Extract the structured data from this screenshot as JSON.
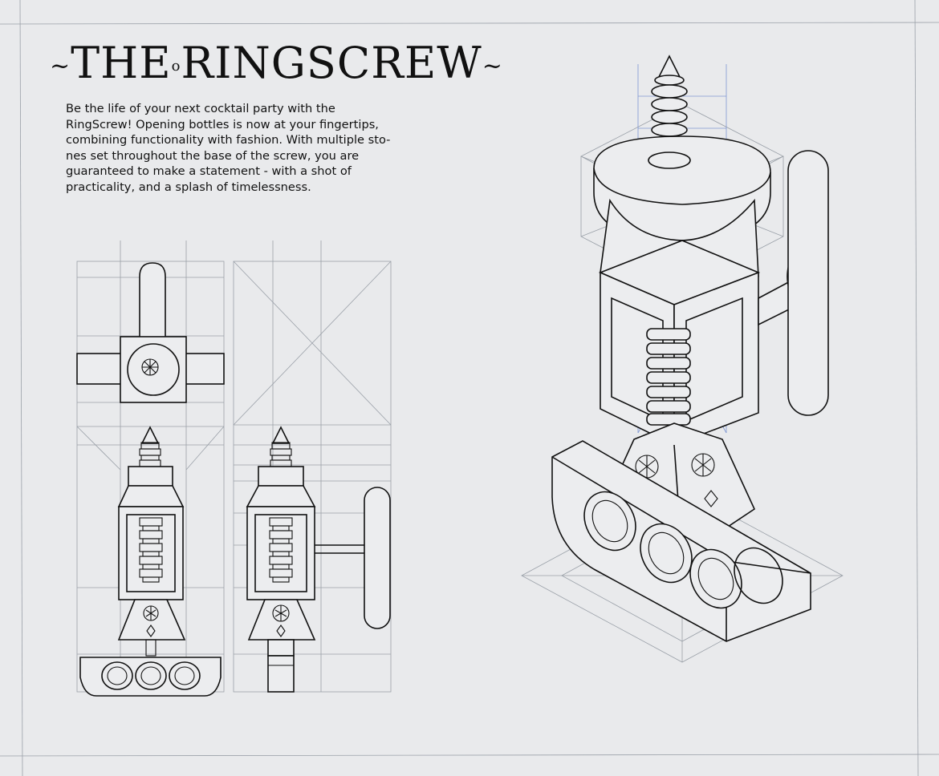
{
  "title": {
    "ornament_left": "~",
    "word_1": "THE",
    "separator": "o",
    "word_2": "RINGSCREW",
    "ornament_right": "~"
  },
  "description_lines": [
    "Be the life of your next cocktail party with the",
    "RingScrew! Opening bottles is now at your fingertips,",
    "combining functionality with fashion. With multiple sto-",
    "nes set throughout the base of the screw, you are",
    "guaranteed to make a statement - with a shot of",
    "practicality, and a splash of timelessness."
  ],
  "colors": {
    "paper": "#e9eaec",
    "ink": "#111111",
    "pencil": "#9aa0a8",
    "blue_pencil": "#7f97d2"
  },
  "views": [
    "top-view",
    "front-view",
    "side-view",
    "isometric-view"
  ]
}
